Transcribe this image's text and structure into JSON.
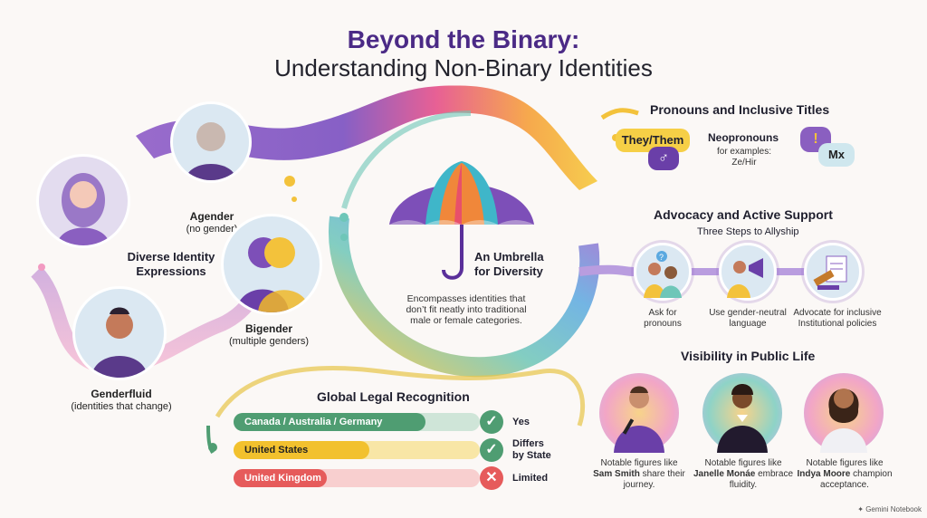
{
  "title_line1": "Beyond the Binary:",
  "title_line2": "Understanding Non-Binary Identities",
  "identities": {
    "heading": "Diverse Identity Expressions",
    "agender": {
      "name": "Agender",
      "desc": "(no gender)"
    },
    "bigender": {
      "name": "Bigender",
      "desc": "(multiple genders)"
    },
    "genderfluid": {
      "name": "Genderfluid",
      "desc": "(identities that change)"
    }
  },
  "umbrella": {
    "heading_line1": "An Umbrella",
    "heading_line2": "for Diversity",
    "desc": "Encompasses identities that don’t fit neatly into traditional male or female categories."
  },
  "pronouns": {
    "heading": "Pronouns and Inclusive Titles",
    "they_them": "They/Them",
    "neopronouns": "Neopronouns",
    "neo_desc1": "for examples:",
    "neo_desc2": "Ze/Hir",
    "mx": "Mx"
  },
  "advocacy": {
    "heading": "Advocacy and Active Support",
    "subheading": "Three Steps to Allyship",
    "steps": [
      {
        "line1": "Ask for",
        "line2": "pronouns"
      },
      {
        "line1": "Use gender-neutral",
        "line2": "language"
      },
      {
        "line1": "Advocate for inclusive",
        "line2": "Institutional policies"
      }
    ]
  },
  "visibility": {
    "heading": "Visibility in Public Life",
    "figures": [
      {
        "pre": "Notable figures like",
        "name": "Sam Smith",
        "post1": " share their",
        "post2": "journey."
      },
      {
        "pre": "Notable figures like",
        "name": "Janelle Monáe",
        "post1": " embrace",
        "post2": "fluidity."
      },
      {
        "pre": "Notable figures like",
        "name": "Indya Moore",
        "post1": " champion",
        "post2": "acceptance."
      }
    ]
  },
  "legal": {
    "heading": "Global Legal Recognition",
    "rows": [
      {
        "label": "Canada / Australia / Germany",
        "status": "Yes",
        "fraction": 0.78,
        "color": "#4f9d72"
      },
      {
        "label": "United States",
        "status_line1": "Differs",
        "status_line2": "by State",
        "fraction": 0.55,
        "color": "#f2c12e"
      },
      {
        "label": "United Kingdom",
        "status": "Limited",
        "fraction": 0.38,
        "color": "#e65b5b"
      }
    ]
  },
  "footer": "Gemini Notebook",
  "colors": {
    "title_purple": "#4b2a86",
    "green": "#4f9d72",
    "yellow": "#f2c12e",
    "red": "#e65b5b"
  }
}
